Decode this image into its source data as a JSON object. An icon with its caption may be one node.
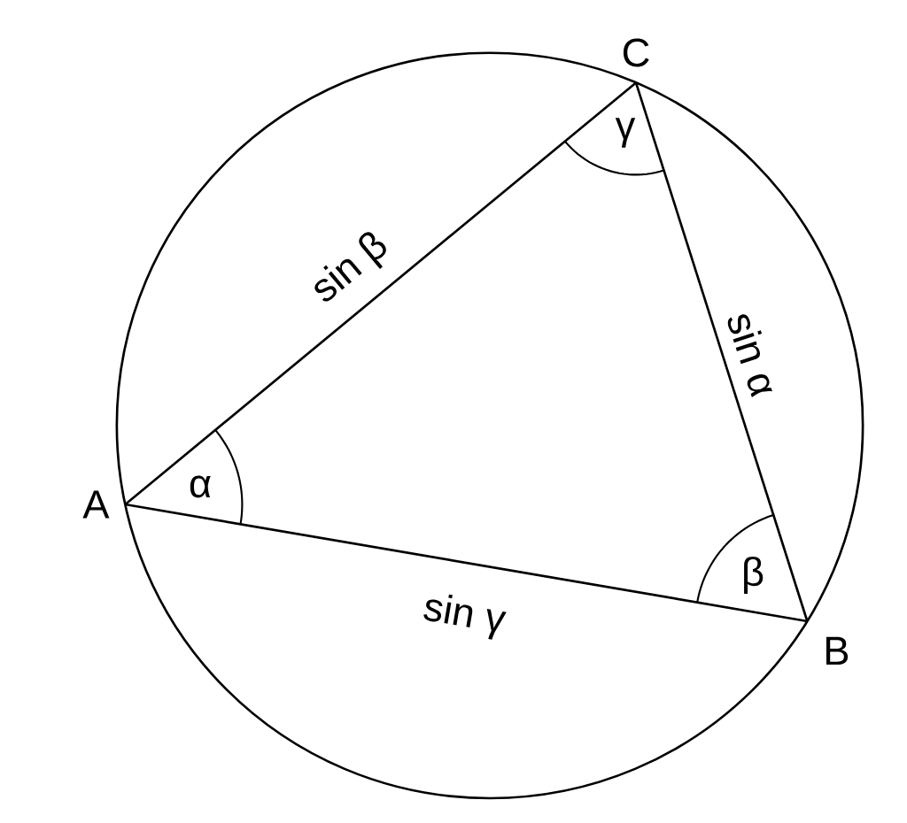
{
  "diagram": {
    "nodes": [
      {
        "text": [
          "A"
        ]
      },
      {
        "text": [
          "B"
        ]
      },
      {
        "text": [
          "C"
        ]
      }
    ],
    "edges": [
      {
        "from": 0,
        "to": 2,
        "arrow": "none",
        "label": "sin β"
      },
      {
        "from": 2,
        "to": 1,
        "arrow": "none",
        "label": "sin α"
      },
      {
        "from": 0,
        "to": 1,
        "arrow": "none",
        "label": "sin γ"
      }
    ],
    "labels": [
      "γ",
      "α",
      "β"
    ]
  }
}
